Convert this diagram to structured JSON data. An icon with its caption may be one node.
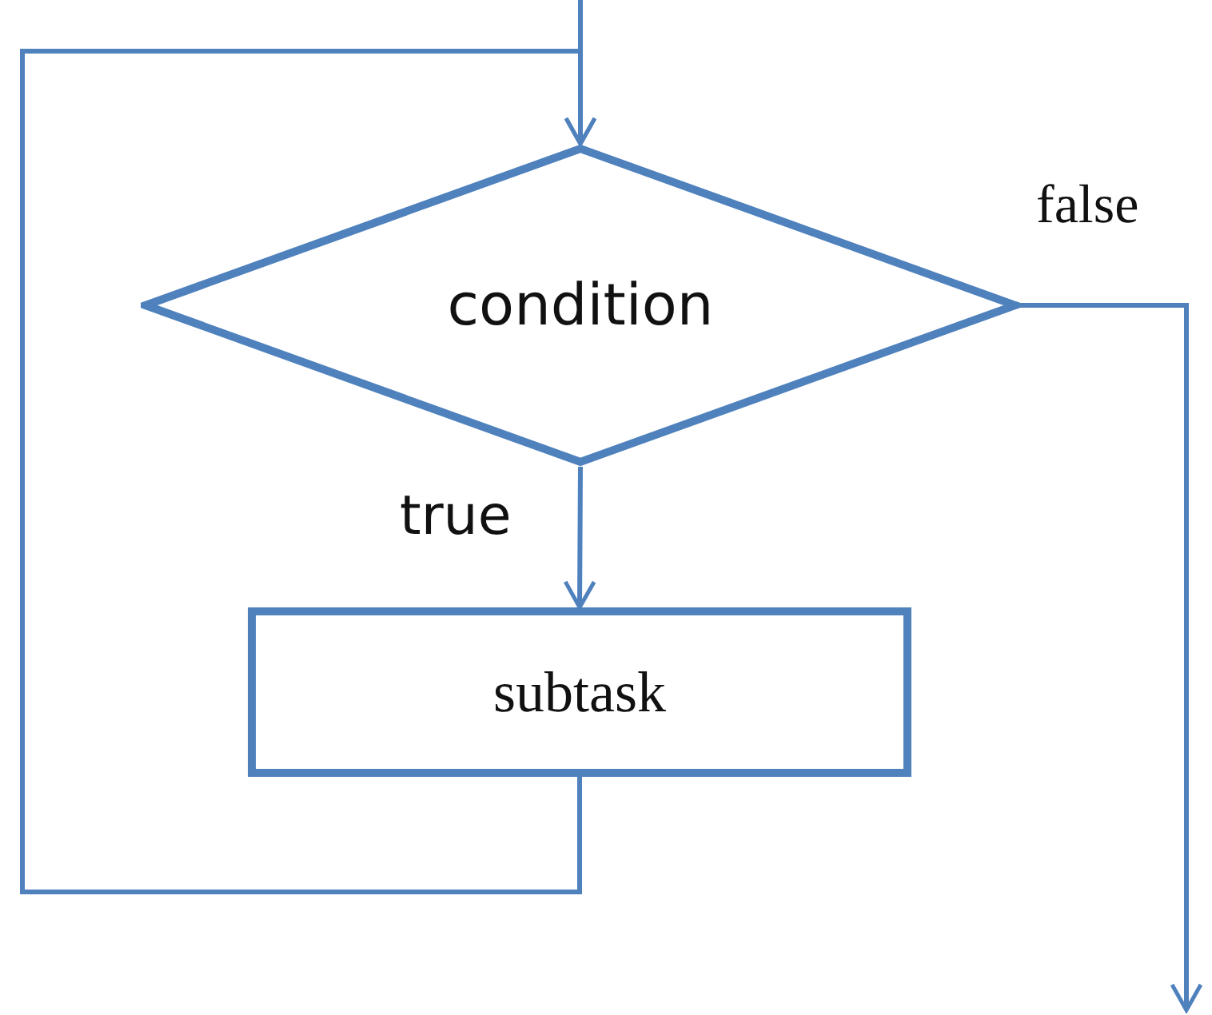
{
  "diagram": {
    "nodes": [
      {
        "text": [
          "condition"
        ]
      },
      {
        "text": [
          "subtask"
        ]
      }
    ],
    "edges": [
      {
        "from": null,
        "to": 0,
        "arrow": "to"
      },
      {
        "from": 0,
        "to": 1,
        "arrow": "to",
        "label": "true"
      },
      {
        "from": 1,
        "to": 0,
        "arrow": "to"
      },
      {
        "from": 0,
        "to": null,
        "arrow": "to",
        "label": "false"
      }
    ]
  }
}
